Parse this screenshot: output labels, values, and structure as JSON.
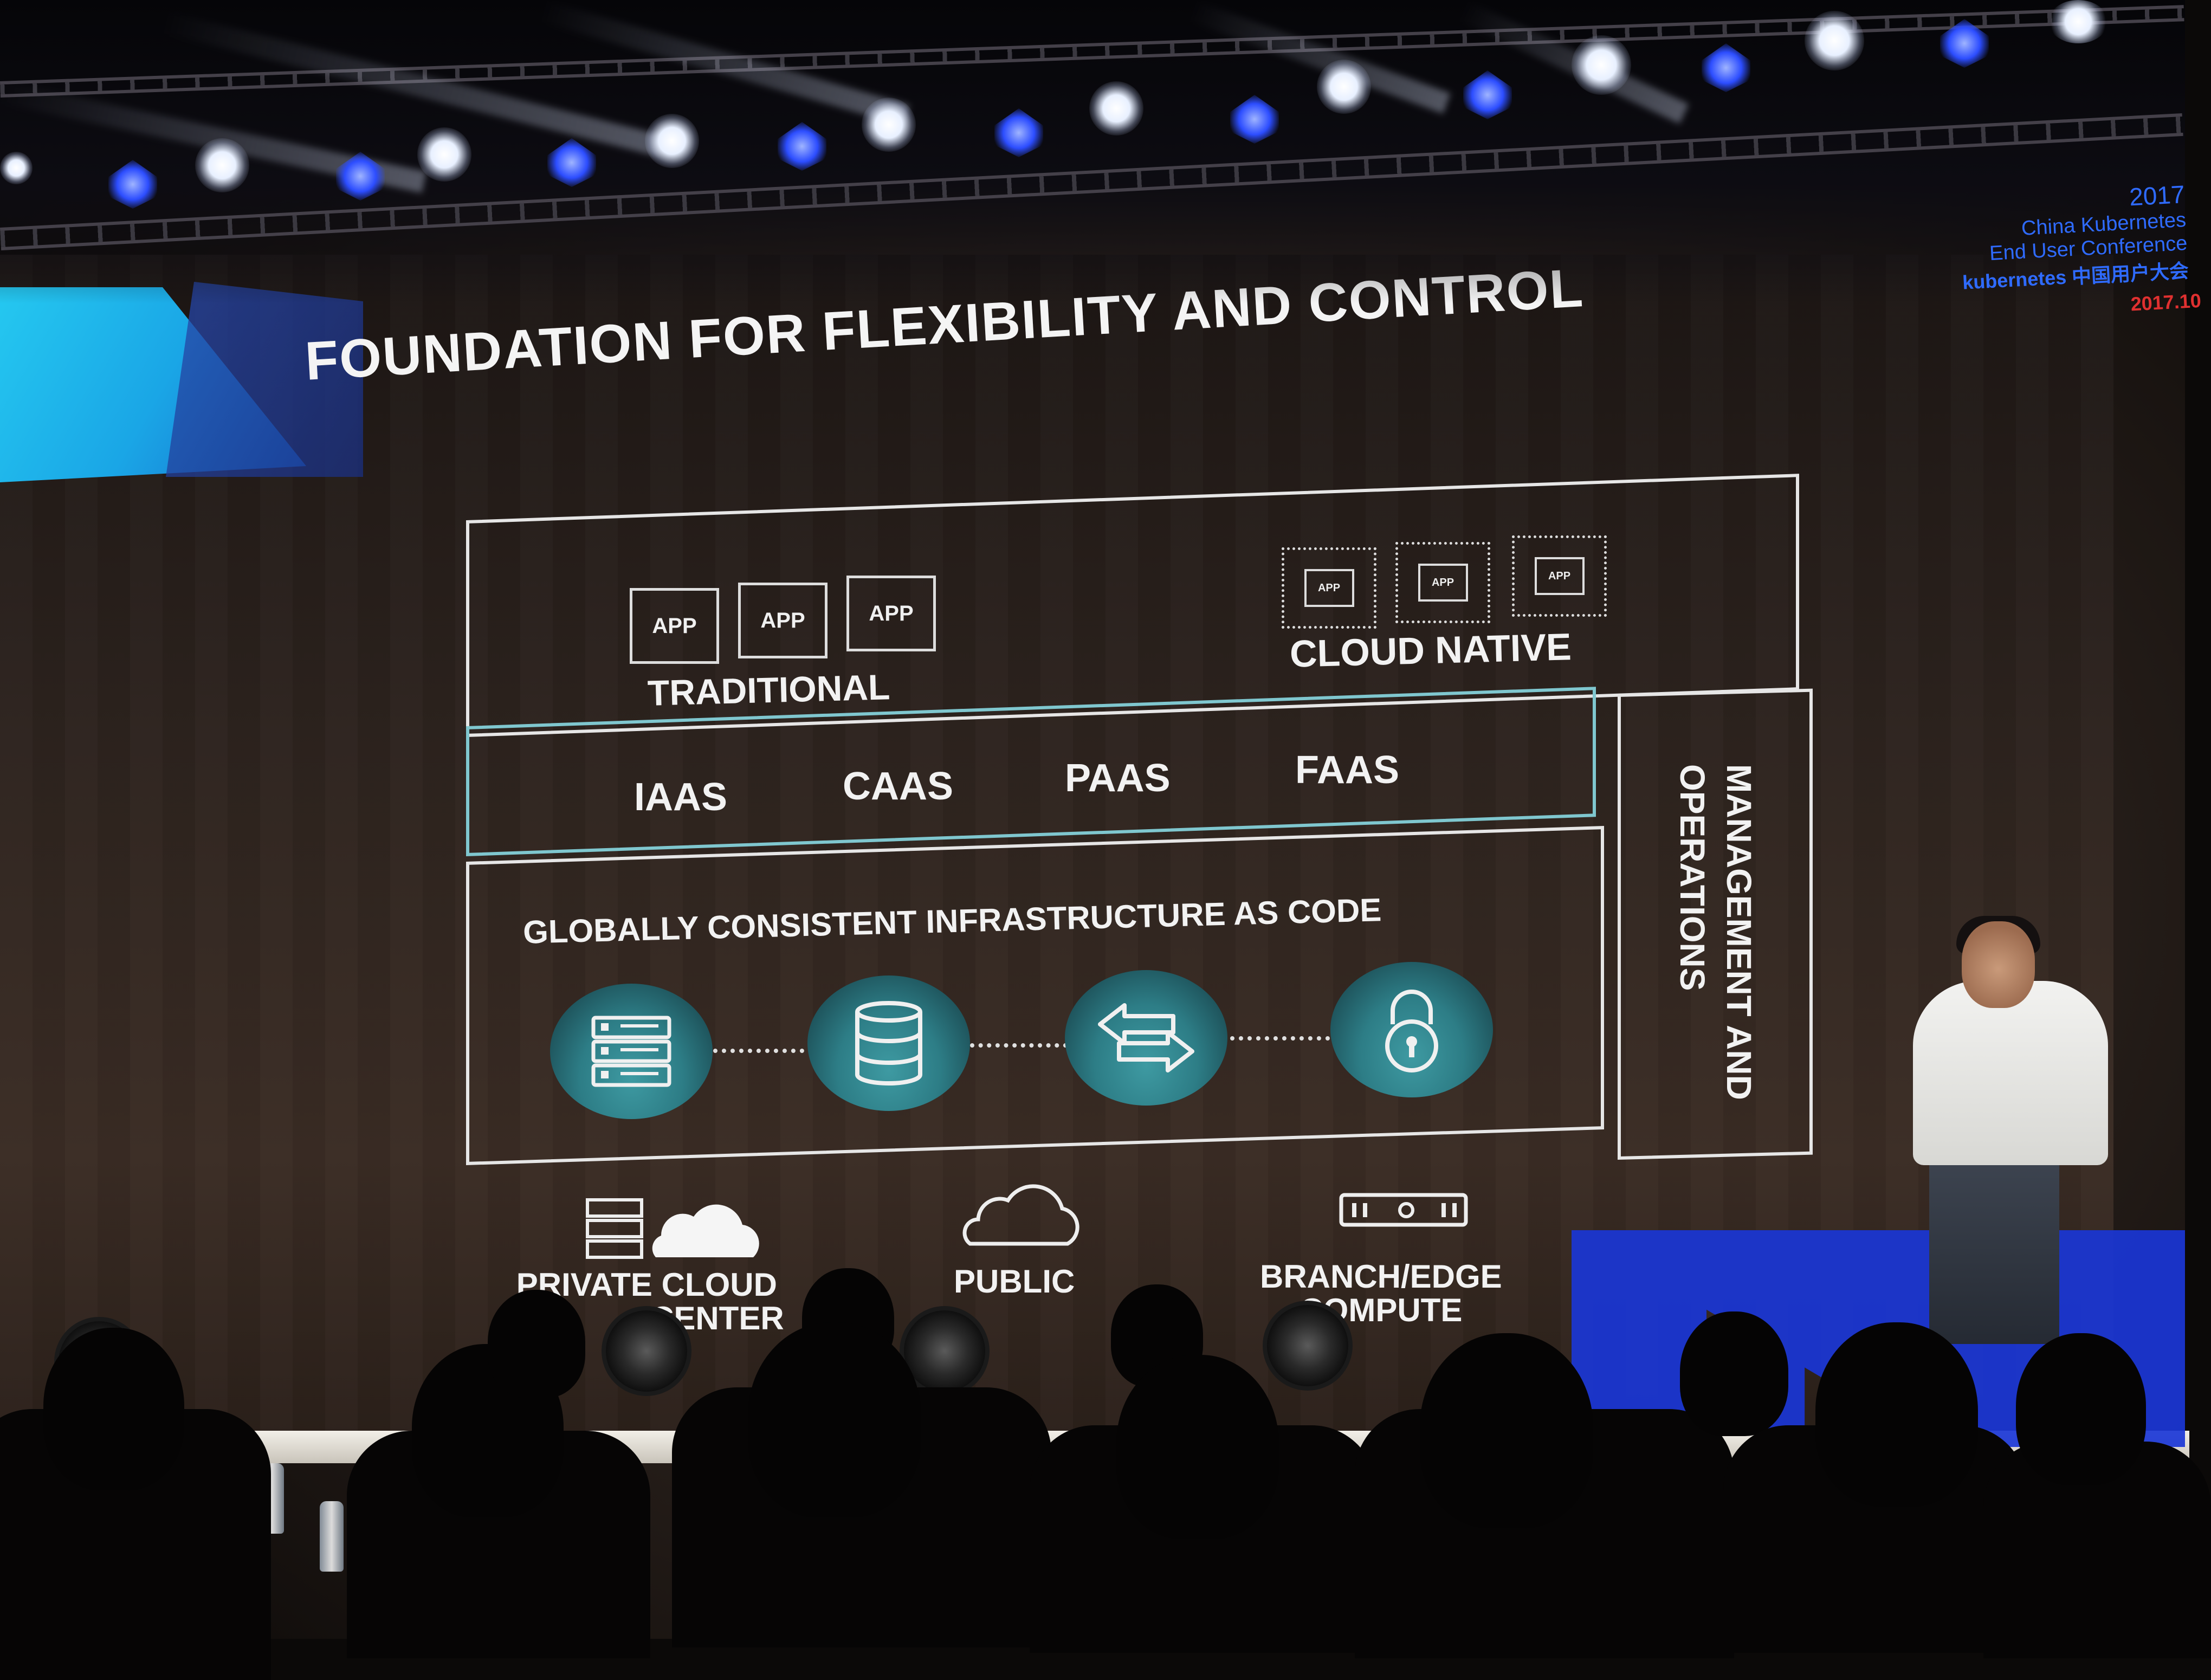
{
  "slide": {
    "title": "FOUNDATION FOR FLEXIBILITY AND CONTROL",
    "traditional": {
      "label": "TRADITIONAL",
      "apps": [
        "APP",
        "APP",
        "APP"
      ]
    },
    "cloud_native": {
      "label": "CLOUD NATIVE",
      "apps": [
        "APP",
        "APP",
        "APP"
      ]
    },
    "services": [
      "IAAS",
      "CAAS",
      "PAAS",
      "FAAS"
    ],
    "infrastructure": {
      "label": "GLOBALLY CONSISTENT INFRASTRUCTURE AS CODE",
      "icons": [
        "server-icon",
        "database-icon",
        "network-arrows-icon",
        "padlock-icon"
      ]
    },
    "side_panel": {
      "line1": "MANAGEMENT AND",
      "line2": "OPERATIONS"
    },
    "deployment_targets": [
      {
        "label_line1": "PRIVATE CLOUD",
        "label_line2": "CENTER",
        "icon": "server-cloud-icon"
      },
      {
        "label_line1": "PUBLIC",
        "label_line2": "",
        "icon": "cloud-icon"
      },
      {
        "label_line1": "BRANCH/EDGE",
        "label_line2": "COMPUTE",
        "icon": "edge-device-icon"
      }
    ]
  },
  "conference_logo": {
    "year": "2017",
    "line1": "China Kubernetes",
    "line2": "End User Conference",
    "line3": "kubernetes 中国用户大会",
    "date": "2017.10"
  },
  "colors": {
    "slide_accent_cyan": "#25c8f0",
    "slide_accent_blue": "#1662c8",
    "icon_teal": "#2d7d86",
    "stage_blue": "#1a36d6",
    "logo_blue": "#2f6bff",
    "logo_date_red": "#e03030"
  }
}
